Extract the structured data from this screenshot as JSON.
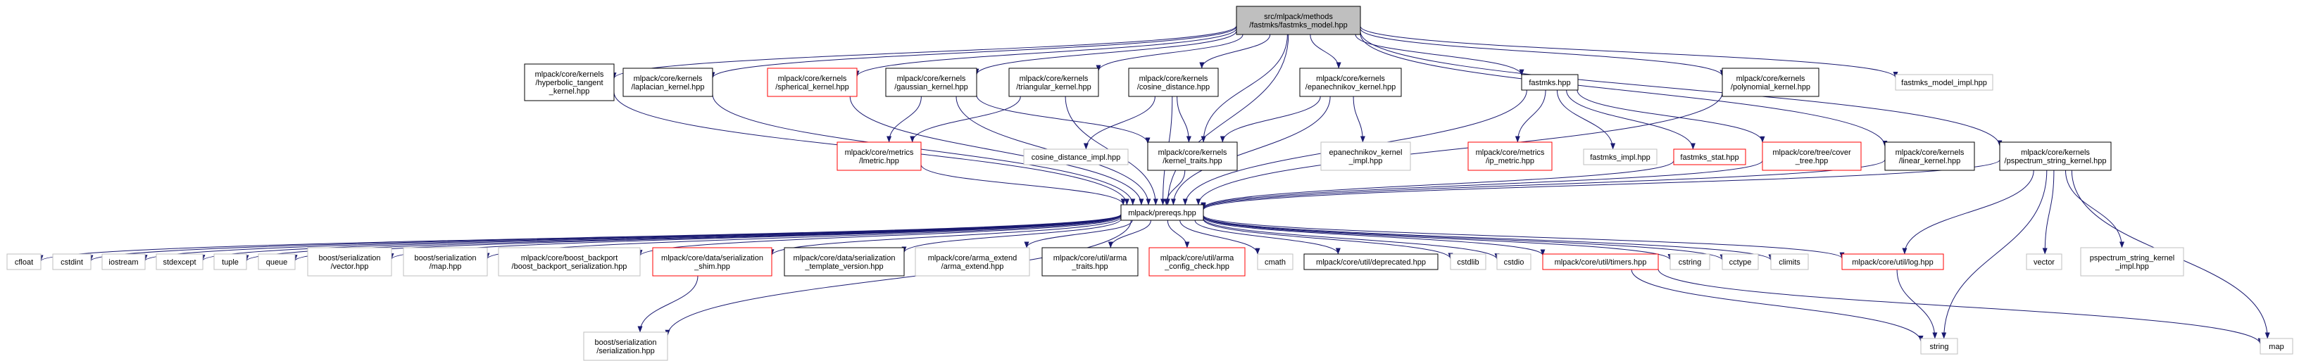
{
  "colors": {
    "edge": "#191970",
    "border_documented": "#000000",
    "border_undocumented": "#bfbfbf",
    "border_truncated": "#ff0000",
    "fill_root": "#bfbfbf",
    "fill_default": "#ffffff"
  },
  "nodes": [
    {
      "id": "root",
      "lines": [
        "src/mlpack/methods",
        "/fastmks/fastmks_model.hpp"
      ],
      "style": "root"
    },
    {
      "id": "hyperbolic",
      "lines": [
        "mlpack/core/kernels",
        "/hyperbolic_tangent",
        "_kernel.hpp"
      ],
      "style": "documented"
    },
    {
      "id": "laplacian",
      "lines": [
        "mlpack/core/kernels",
        "/laplacian_kernel.hpp"
      ],
      "style": "documented"
    },
    {
      "id": "spherical",
      "lines": [
        "mlpack/core/kernels",
        "/spherical_kernel.hpp"
      ],
      "style": "truncated"
    },
    {
      "id": "gaussian",
      "lines": [
        "mlpack/core/kernels",
        "/gaussian_kernel.hpp"
      ],
      "style": "documented"
    },
    {
      "id": "triangular",
      "lines": [
        "mlpack/core/kernels",
        "/triangular_kernel.hpp"
      ],
      "style": "documented"
    },
    {
      "id": "cosine",
      "lines": [
        "mlpack/core/kernels",
        "/cosine_distance.hpp"
      ],
      "style": "documented"
    },
    {
      "id": "epanechnikov",
      "lines": [
        "mlpack/core/kernels",
        "/epanechnikov_kernel.hpp"
      ],
      "style": "documented"
    },
    {
      "id": "fastmks",
      "lines": [
        "fastmks.hpp"
      ],
      "style": "documented"
    },
    {
      "id": "polynomial",
      "lines": [
        "mlpack/core/kernels",
        "/polynomial_kernel.hpp"
      ],
      "style": "documented"
    },
    {
      "id": "fastmks_model_impl",
      "lines": [
        "fastmks_model_impl.hpp"
      ],
      "style": "undocumented"
    },
    {
      "id": "lmetric",
      "lines": [
        "mlpack/core/metrics",
        "/lmetric.hpp"
      ],
      "style": "truncated"
    },
    {
      "id": "cosine_impl",
      "lines": [
        "cosine_distance_impl.hpp"
      ],
      "style": "undocumented"
    },
    {
      "id": "kernel_traits",
      "lines": [
        "mlpack/core/kernels",
        "/kernel_traits.hpp"
      ],
      "style": "documented"
    },
    {
      "id": "epan_impl",
      "lines": [
        "epanechnikov_kernel",
        "_impl.hpp"
      ],
      "style": "undocumented"
    },
    {
      "id": "ip_metric",
      "lines": [
        "mlpack/core/metrics",
        "/ip_metric.hpp"
      ],
      "style": "truncated"
    },
    {
      "id": "fastmks_impl",
      "lines": [
        "fastmks_impl.hpp"
      ],
      "style": "undocumented"
    },
    {
      "id": "fastmks_stat",
      "lines": [
        "fastmks_stat.hpp"
      ],
      "style": "truncated"
    },
    {
      "id": "cover_tree",
      "lines": [
        "mlpack/core/tree/cover",
        "_tree.hpp"
      ],
      "style": "truncated"
    },
    {
      "id": "linear",
      "lines": [
        "mlpack/core/kernels",
        "/linear_kernel.hpp"
      ],
      "style": "documented"
    },
    {
      "id": "pspectrum",
      "lines": [
        "mlpack/core/kernels",
        "/pspectrum_string_kernel.hpp"
      ],
      "style": "documented"
    },
    {
      "id": "prereqs",
      "lines": [
        "mlpack/prereqs.hpp"
      ],
      "style": "documented"
    },
    {
      "id": "vector",
      "lines": [
        "vector"
      ],
      "style": "undocumented"
    },
    {
      "id": "pspectrum_impl",
      "lines": [
        "pspectrum_string_kernel",
        "_impl.hpp"
      ],
      "style": "undocumented"
    },
    {
      "id": "cfloat",
      "lines": [
        "cfloat"
      ],
      "style": "undocumented"
    },
    {
      "id": "cstdint",
      "lines": [
        "cstdint"
      ],
      "style": "undocumented"
    },
    {
      "id": "iostream",
      "lines": [
        "iostream"
      ],
      "style": "undocumented"
    },
    {
      "id": "stdexcept",
      "lines": [
        "stdexcept"
      ],
      "style": "undocumented"
    },
    {
      "id": "tuple",
      "lines": [
        "tuple"
      ],
      "style": "undocumented"
    },
    {
      "id": "queue",
      "lines": [
        "queue"
      ],
      "style": "undocumented"
    },
    {
      "id": "bs_vector",
      "lines": [
        "boost/serialization",
        "/vector.hpp"
      ],
      "style": "undocumented"
    },
    {
      "id": "bs_map",
      "lines": [
        "boost/serialization",
        "/map.hpp"
      ],
      "style": "undocumented"
    },
    {
      "id": "boost_backport",
      "lines": [
        "mlpack/core/boost_backport",
        "/boost_backport_serialization.hpp"
      ],
      "style": "undocumented"
    },
    {
      "id": "serialization_shim",
      "lines": [
        "mlpack/core/data/serialization",
        "_shim.hpp"
      ],
      "style": "truncated"
    },
    {
      "id": "serialization_template",
      "lines": [
        "mlpack/core/data/serialization",
        "_template_version.hpp"
      ],
      "style": "documented"
    },
    {
      "id": "arma_extend",
      "lines": [
        "mlpack/core/arma_extend",
        "/arma_extend.hpp"
      ],
      "style": "undocumented"
    },
    {
      "id": "arma_traits",
      "lines": [
        "mlpack/core/util/arma",
        "_traits.hpp"
      ],
      "style": "documented"
    },
    {
      "id": "arma_config",
      "lines": [
        "mlpack/core/util/arma",
        "_config_check.hpp"
      ],
      "style": "truncated"
    },
    {
      "id": "cmath",
      "lines": [
        "cmath"
      ],
      "style": "undocumented"
    },
    {
      "id": "deprecated",
      "lines": [
        "mlpack/core/util/deprecated.hpp"
      ],
      "style": "documented"
    },
    {
      "id": "cstdlib",
      "lines": [
        "cstdlib"
      ],
      "style": "undocumented"
    },
    {
      "id": "cstdio",
      "lines": [
        "cstdio"
      ],
      "style": "undocumented"
    },
    {
      "id": "timers",
      "lines": [
        "mlpack/core/util/timers.hpp"
      ],
      "style": "truncated"
    },
    {
      "id": "cstring",
      "lines": [
        "cstring"
      ],
      "style": "undocumented"
    },
    {
      "id": "cctype",
      "lines": [
        "cctype"
      ],
      "style": "undocumented"
    },
    {
      "id": "climits",
      "lines": [
        "climits"
      ],
      "style": "undocumented"
    },
    {
      "id": "log",
      "lines": [
        "mlpack/core/util/log.hpp"
      ],
      "style": "truncated"
    },
    {
      "id": "map",
      "lines": [
        "map"
      ],
      "style": "undocumented"
    },
    {
      "id": "bs_serialization",
      "lines": [
        "boost/serialization",
        "/serialization.hpp"
      ],
      "style": "undocumented"
    },
    {
      "id": "string",
      "lines": [
        "string"
      ],
      "style": "undocumented"
    }
  ],
  "edges": [
    [
      "root",
      "hyperbolic"
    ],
    [
      "root",
      "laplacian"
    ],
    [
      "root",
      "spherical"
    ],
    [
      "root",
      "gaussian"
    ],
    [
      "root",
      "triangular"
    ],
    [
      "root",
      "cosine"
    ],
    [
      "root",
      "epanechnikov"
    ],
    [
      "root",
      "fastmks"
    ],
    [
      "root",
      "polynomial"
    ],
    [
      "root",
      "fastmks_model_impl"
    ],
    [
      "root",
      "kernel_traits"
    ],
    [
      "root",
      "prereqs"
    ],
    [
      "root",
      "linear"
    ],
    [
      "root",
      "pspectrum"
    ],
    [
      "hyperbolic",
      "prereqs"
    ],
    [
      "laplacian",
      "prereqs"
    ],
    [
      "spherical",
      "prereqs"
    ],
    [
      "gaussian",
      "lmetric"
    ],
    [
      "gaussian",
      "kernel_traits"
    ],
    [
      "gaussian",
      "prereqs"
    ],
    [
      "triangular",
      "lmetric"
    ],
    [
      "triangular",
      "prereqs"
    ],
    [
      "cosine",
      "cosine_impl"
    ],
    [
      "cosine",
      "kernel_traits"
    ],
    [
      "cosine",
      "prereqs"
    ],
    [
      "epanechnikov",
      "kernel_traits"
    ],
    [
      "epanechnikov",
      "epan_impl"
    ],
    [
      "epanechnikov",
      "prereqs"
    ],
    [
      "fastmks",
      "ip_metric"
    ],
    [
      "fastmks",
      "fastmks_impl"
    ],
    [
      "fastmks",
      "fastmks_stat"
    ],
    [
      "fastmks",
      "cover_tree"
    ],
    [
      "fastmks",
      "prereqs"
    ],
    [
      "polynomial",
      "prereqs"
    ],
    [
      "lmetric",
      "prereqs"
    ],
    [
      "kernel_traits",
      "prereqs"
    ],
    [
      "fastmks_stat",
      "prereqs"
    ],
    [
      "cover_tree",
      "prereqs"
    ],
    [
      "linear",
      "prereqs"
    ],
    [
      "pspectrum",
      "prereqs"
    ],
    [
      "pspectrum",
      "vector"
    ],
    [
      "pspectrum",
      "pspectrum_impl"
    ],
    [
      "pspectrum",
      "log"
    ],
    [
      "pspectrum",
      "map"
    ],
    [
      "pspectrum",
      "string"
    ],
    [
      "prereqs",
      "cfloat"
    ],
    [
      "prereqs",
      "cstdint"
    ],
    [
      "prereqs",
      "iostream"
    ],
    [
      "prereqs",
      "stdexcept"
    ],
    [
      "prereqs",
      "tuple"
    ],
    [
      "prereqs",
      "queue"
    ],
    [
      "prereqs",
      "bs_vector"
    ],
    [
      "prereqs",
      "bs_map"
    ],
    [
      "prereqs",
      "boost_backport"
    ],
    [
      "prereqs",
      "serialization_shim"
    ],
    [
      "prereqs",
      "serialization_template"
    ],
    [
      "prereqs",
      "arma_extend"
    ],
    [
      "prereqs",
      "arma_traits"
    ],
    [
      "prereqs",
      "arma_config"
    ],
    [
      "prereqs",
      "cmath"
    ],
    [
      "prereqs",
      "deprecated"
    ],
    [
      "prereqs",
      "cstdlib"
    ],
    [
      "prereqs",
      "cstdio"
    ],
    [
      "prereqs",
      "timers"
    ],
    [
      "prereqs",
      "cstring"
    ],
    [
      "prereqs",
      "cctype"
    ],
    [
      "prereqs",
      "climits"
    ],
    [
      "prereqs",
      "log"
    ],
    [
      "prereqs",
      "bs_serialization"
    ],
    [
      "serialization_shim",
      "bs_serialization"
    ],
    [
      "timers",
      "map"
    ],
    [
      "timers",
      "string"
    ],
    [
      "log",
      "string"
    ]
  ]
}
